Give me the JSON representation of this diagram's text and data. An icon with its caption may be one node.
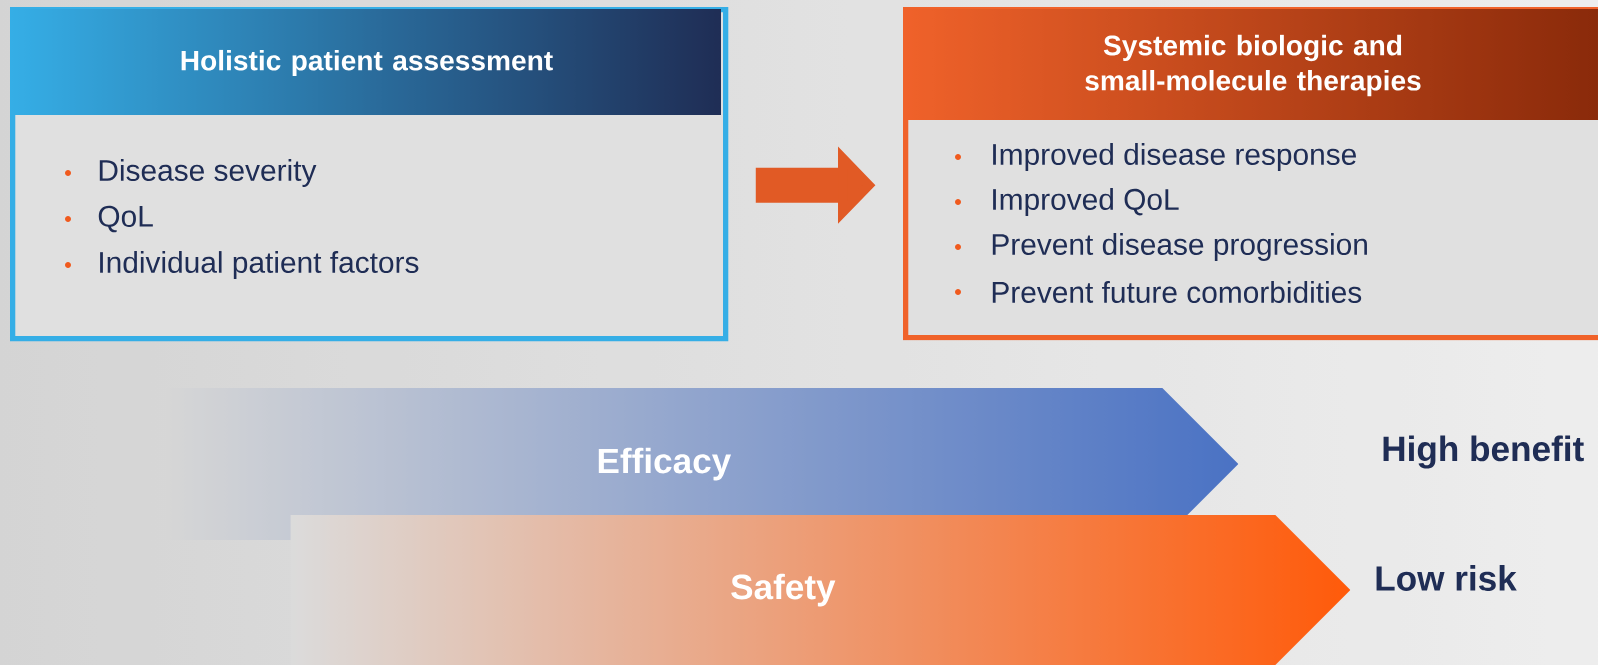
{
  "diagram": {
    "nodes": [
      {
        "text": [
          "Holistic patient assessment",
          "Disease severity",
          "QoL",
          "Individual patient factors"
        ]
      },
      {
        "text": [
          "Systemic biologic and small-molecule therapies",
          "Improved disease response",
          "Improved QoL",
          "Prevent disease progression",
          "Prevent future comorbidities"
        ]
      },
      {
        "text": [
          "Efficacy"
        ]
      },
      {
        "text": [
          "Safety"
        ]
      }
    ],
    "edges": [
      {
        "from": 0,
        "to": 1,
        "arrow": "to"
      }
    ],
    "labels": [
      "High benefit",
      "Low risk"
    ]
  }
}
